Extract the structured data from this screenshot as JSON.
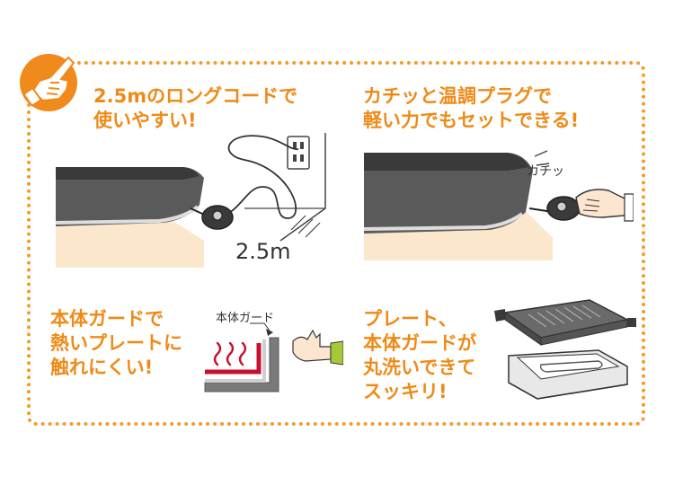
{
  "panels": {
    "cord": {
      "caption_line1": "2.5mのロングコードで",
      "caption_line2": "使いやすい!",
      "length_label": "2.5m"
    },
    "plug": {
      "caption_line1": "カチッと温調プラグで",
      "caption_line2": "軽い力でもセットできる!",
      "sound_label": "カチッ"
    },
    "guard": {
      "caption_line1": "本体ガードで",
      "caption_line2": "熱いプレートに",
      "caption_line3": "触れにくい!",
      "diagram_label": "本体ガード"
    },
    "wash": {
      "caption_line1": "プレート、",
      "caption_line2": "本体ガードが",
      "caption_line3": "丸洗いできて",
      "caption_line4": "スッキリ!"
    }
  },
  "colors": {
    "accent": "#ef8a17",
    "frame": "#f39a2a",
    "heat": "#c8102e",
    "sleeve": "#a6c93a",
    "skin": "#fce6cf"
  },
  "icons": [
    "pointing-hand-badge-icon",
    "wall-outlet-icon",
    "heat-waves-icon",
    "hand-icon"
  ]
}
